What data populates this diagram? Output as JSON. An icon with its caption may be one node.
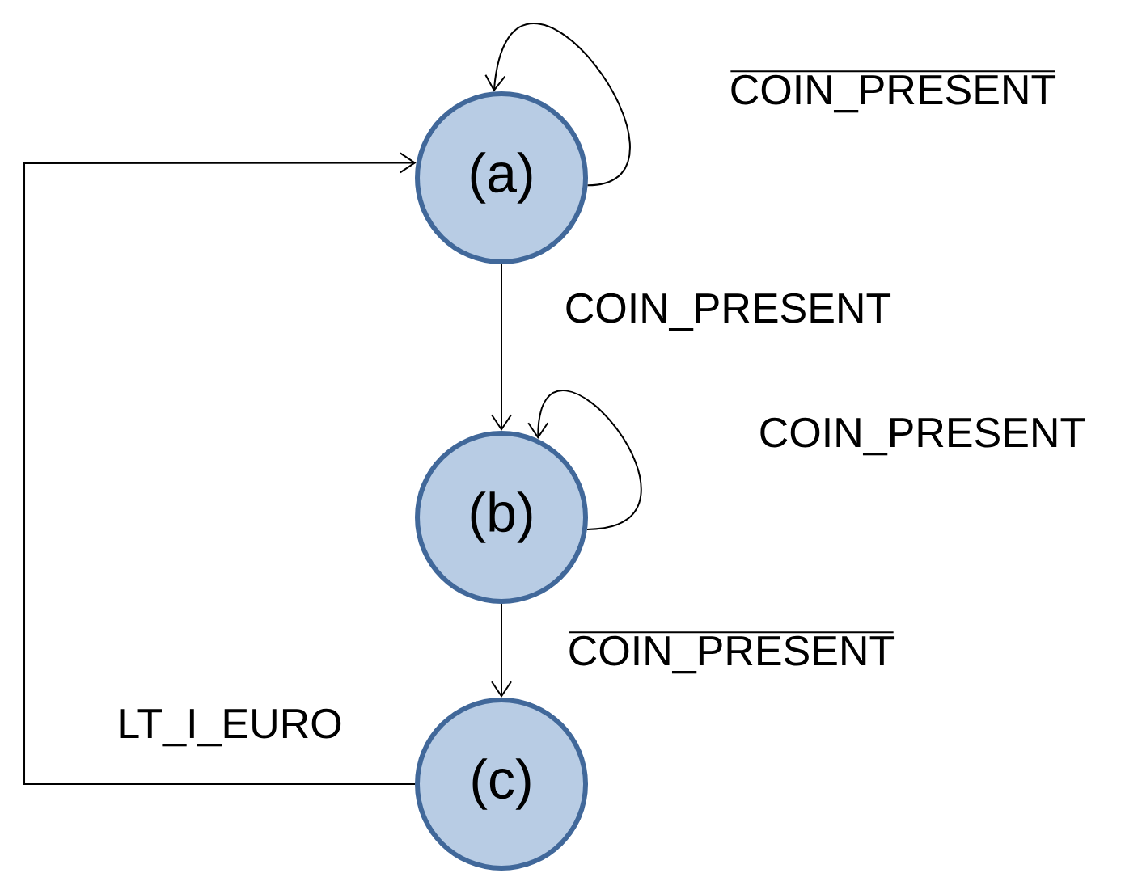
{
  "diagram": {
    "nodes": [
      {
        "text": [
          "(a)"
        ]
      },
      {
        "text": [
          "(b)"
        ]
      },
      {
        "text": [
          "(c)"
        ]
      }
    ],
    "edges": [
      {
        "from": 0,
        "to": 0,
        "arrow": "to",
        "label": "COIN_PRESENT"
      },
      {
        "from": 0,
        "to": 1,
        "arrow": "to",
        "label": "COIN_PRESENT"
      },
      {
        "from": 1,
        "to": 1,
        "arrow": "to",
        "label": "COIN_PRESENT"
      },
      {
        "from": 1,
        "to": 2,
        "arrow": "to",
        "label": "COIN_PRESENT"
      },
      {
        "from": 2,
        "to": 0,
        "arrow": "to",
        "label": "LT_I_EURO"
      }
    ]
  }
}
